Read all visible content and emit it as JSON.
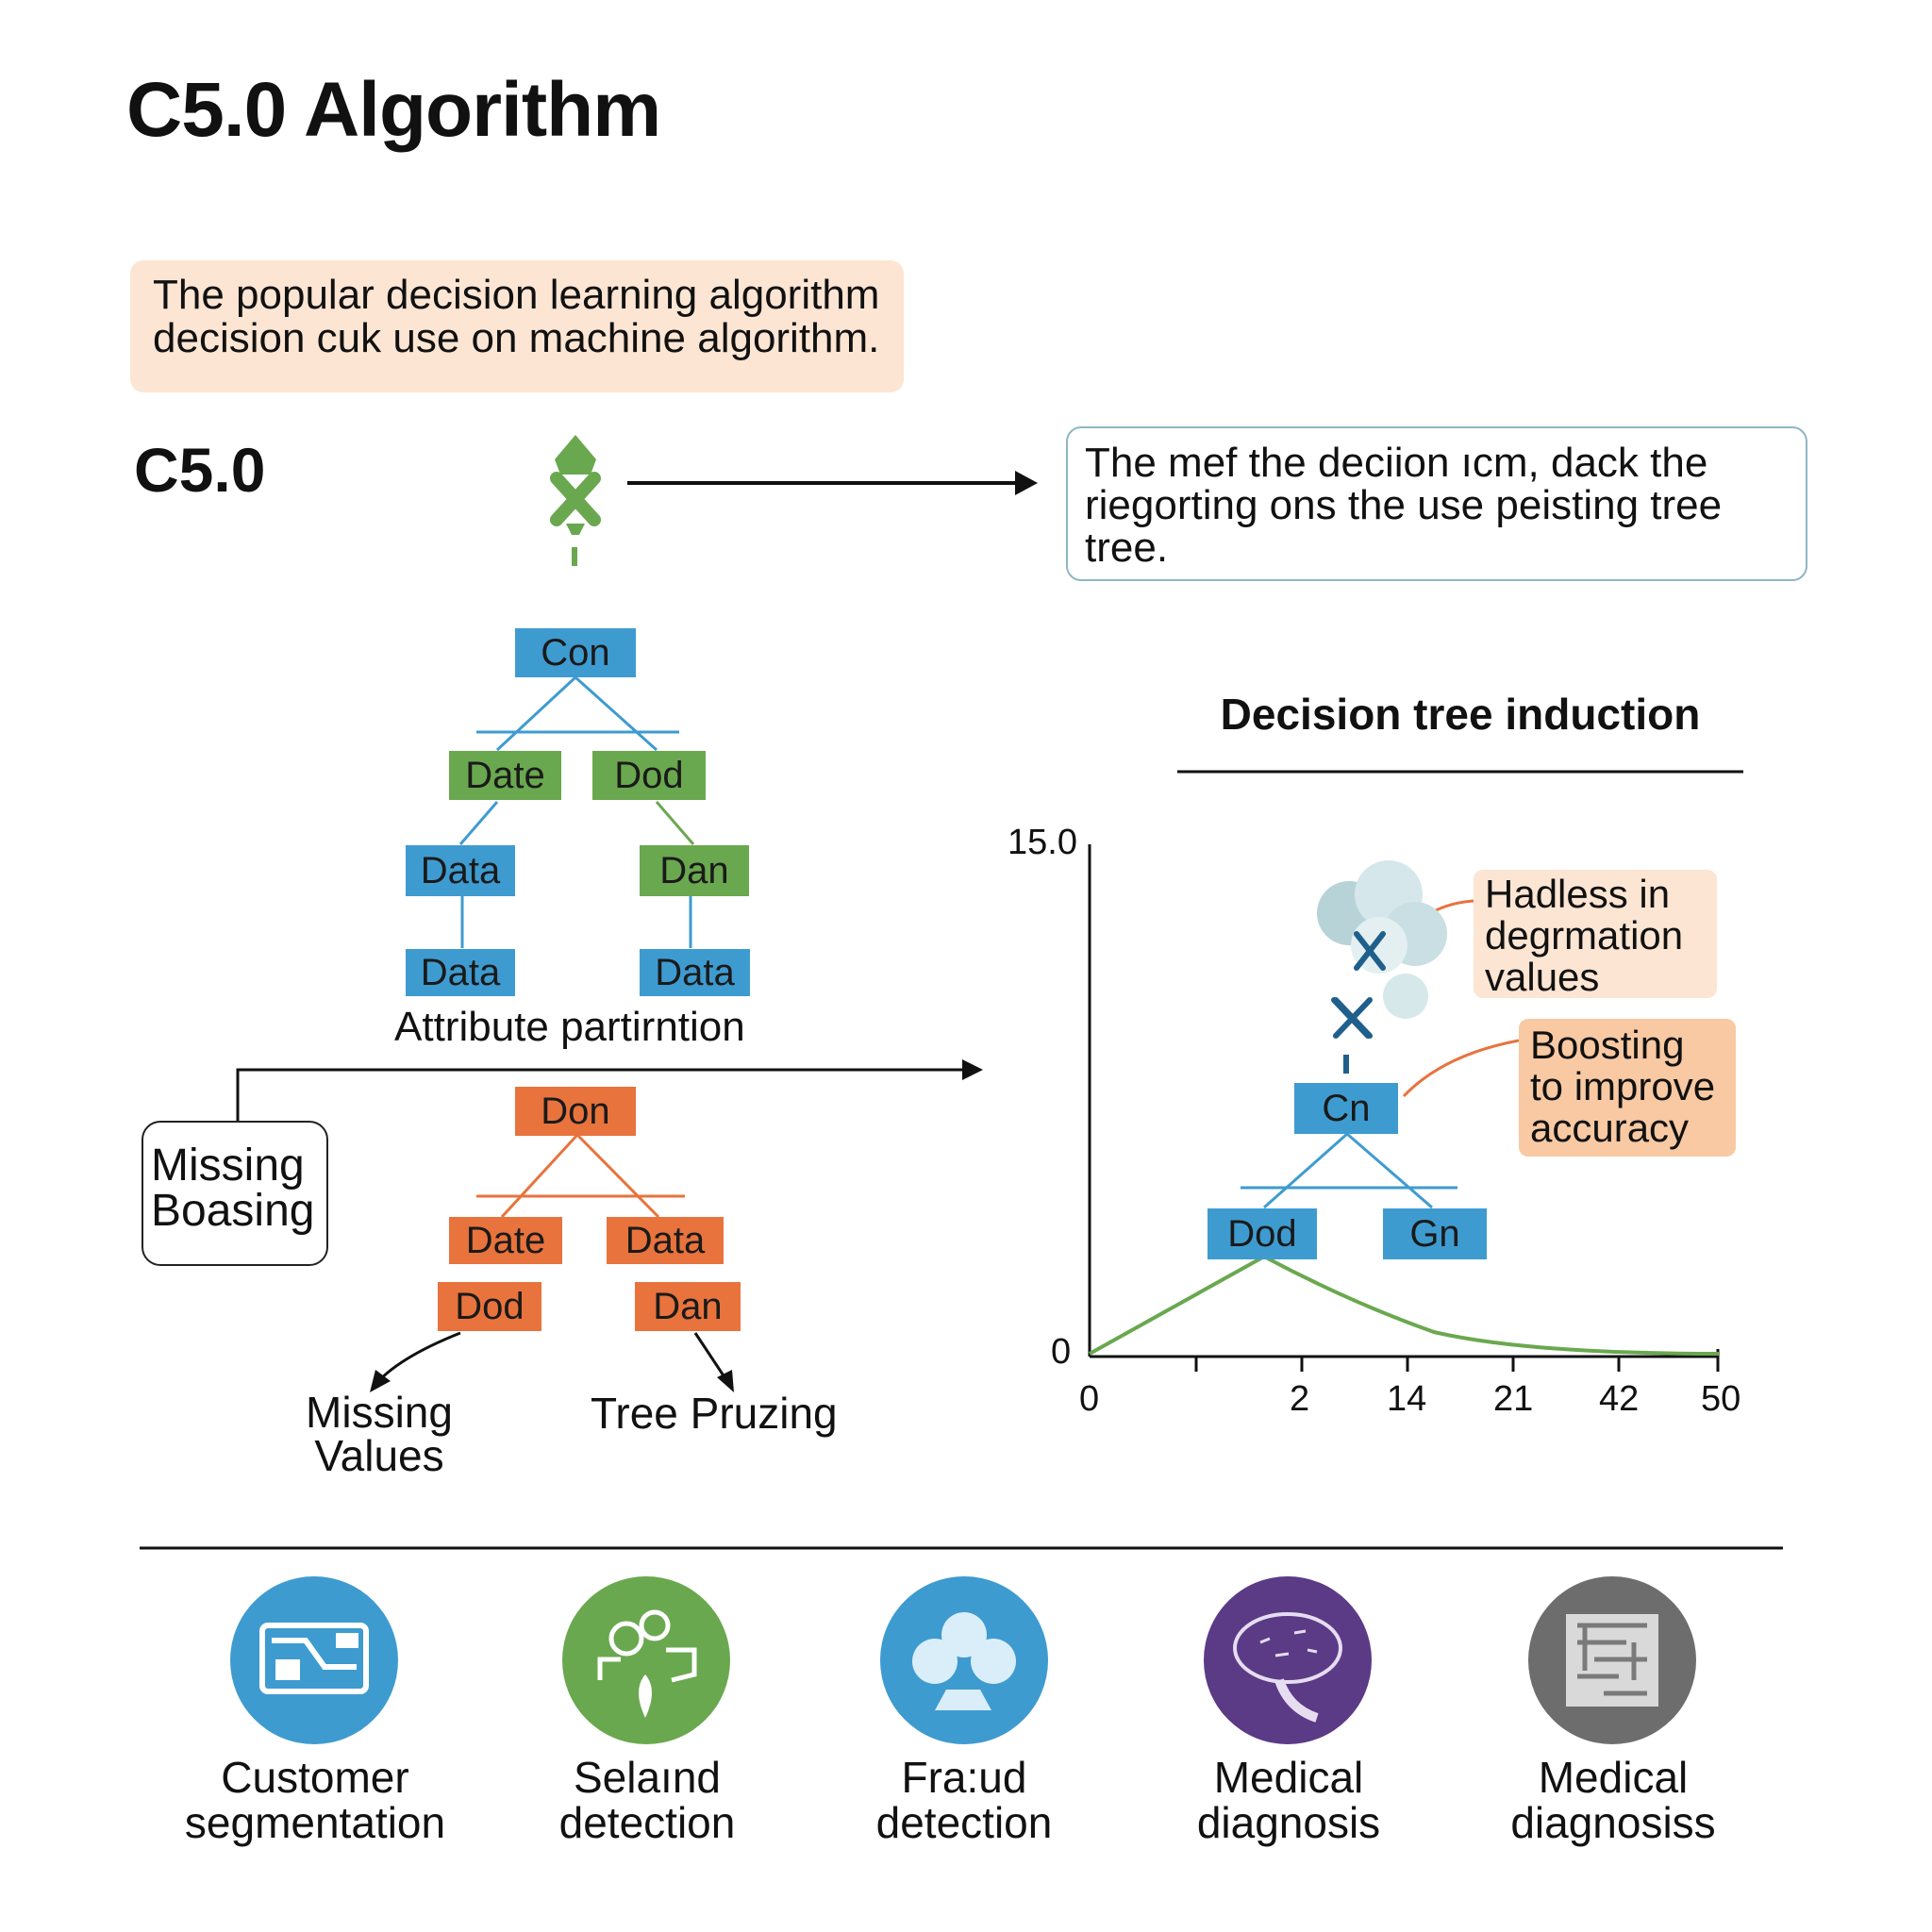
{
  "header": {
    "title": "C5.0 Algorithm"
  },
  "intro": {
    "line1": "The popular decision learning algorithm",
    "line2": "decision cuk use on machine algorithm."
  },
  "section": {
    "label": "C5.0"
  },
  "description": {
    "line1": "The mef the deciion ıcm, dack the",
    "line2": "riegorting ons the use peisting tree",
    "line3": "tree."
  },
  "tree_top": {
    "root": "Con",
    "level1": [
      "Date",
      "Dod"
    ],
    "level2": [
      "Data",
      "Dan"
    ],
    "level3": [
      "Data",
      "Data"
    ],
    "caption": "Attribute partirntion"
  },
  "missing_box": {
    "line1": "Missing",
    "line2": "Boasing"
  },
  "tree_bottom": {
    "root": "Don",
    "level1": [
      "Date",
      "Data"
    ],
    "level2": [
      "Dod",
      "Dan"
    ],
    "left_label": {
      "line1": "Missing",
      "line2": "Values"
    },
    "right_label": "Tree Pruzing"
  },
  "chart": {
    "title": "Decision tree induction",
    "y_ticks": [
      "15.0",
      "0"
    ],
    "x_ticks": [
      "0",
      "2",
      "14",
      "21",
      "42",
      "50"
    ],
    "tree_root": "Cn",
    "tree_children": [
      "Dod",
      "Gn"
    ],
    "note1": {
      "line1": "Hadless in",
      "line2": "degrmation",
      "line3": "values"
    },
    "note2": {
      "line1": "Boosting",
      "line2": "to improve",
      "line3": "accuracy"
    },
    "curve_color": "#6aa84f"
  },
  "applications": [
    {
      "line1": "Customer",
      "line2": "segmentation",
      "color": "#3e9bd0",
      "icon": "segmentation-icon"
    },
    {
      "line1": "Selaınd",
      "line2": "detection",
      "color": "#6aa84f",
      "icon": "detection-icon"
    },
    {
      "line1": "Fra:ud",
      "line2": "detection",
      "color": "#3e9bd0",
      "icon": "fraud-icon"
    },
    {
      "line1": "Medical",
      "line2": "diagnosis",
      "color": "#5b3a86",
      "icon": "brain-icon"
    },
    {
      "line1": "Medical",
      "line2": "diagnosiss",
      "color": "#6d6d6d",
      "icon": "maze-icon"
    }
  ]
}
